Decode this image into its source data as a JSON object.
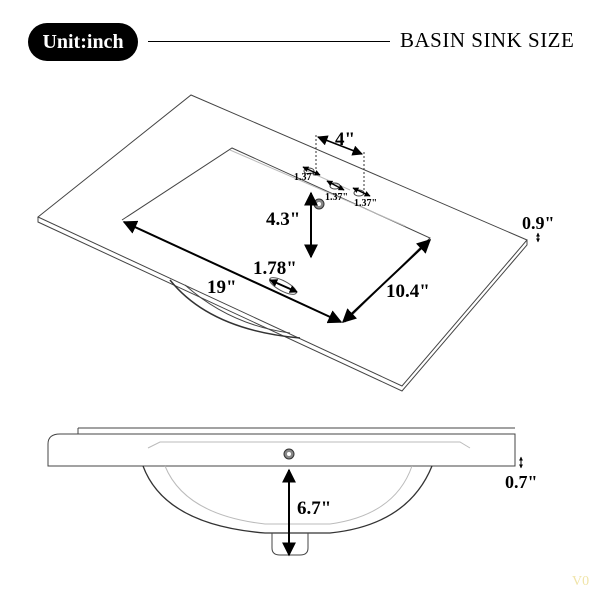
{
  "header": {
    "unit_badge": "Unit:inch",
    "title": "BASIN SINK SIZE"
  },
  "dimensions": {
    "faucet_spacing": "4\"",
    "hole_dia_left": "1.37\"",
    "hole_dia_center": "1.37\"",
    "hole_dia_right": "1.37\"",
    "faucet_to_bowl": "4.3\"",
    "drain_dia": "1.78\"",
    "bowl_length": "19\"",
    "bowl_width": "10.4\"",
    "top_thickness": "0.9\"",
    "edge_thickness": "0.7\"",
    "bowl_depth": "6.7\""
  },
  "watermark": "V0"
}
